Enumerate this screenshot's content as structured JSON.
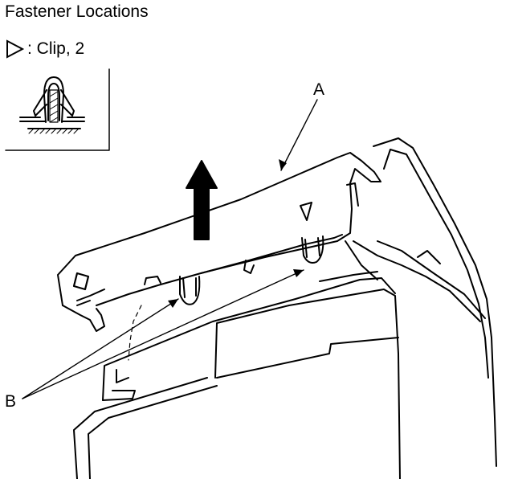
{
  "page": {
    "title": "Fastener Locations"
  },
  "legend": {
    "symbol_icon": "triangle-outline-icon",
    "text": ": Clip, 2"
  },
  "callouts": {
    "a": "A",
    "b": "B"
  },
  "colors": {
    "ink": "#000000",
    "background": "#ffffff"
  }
}
